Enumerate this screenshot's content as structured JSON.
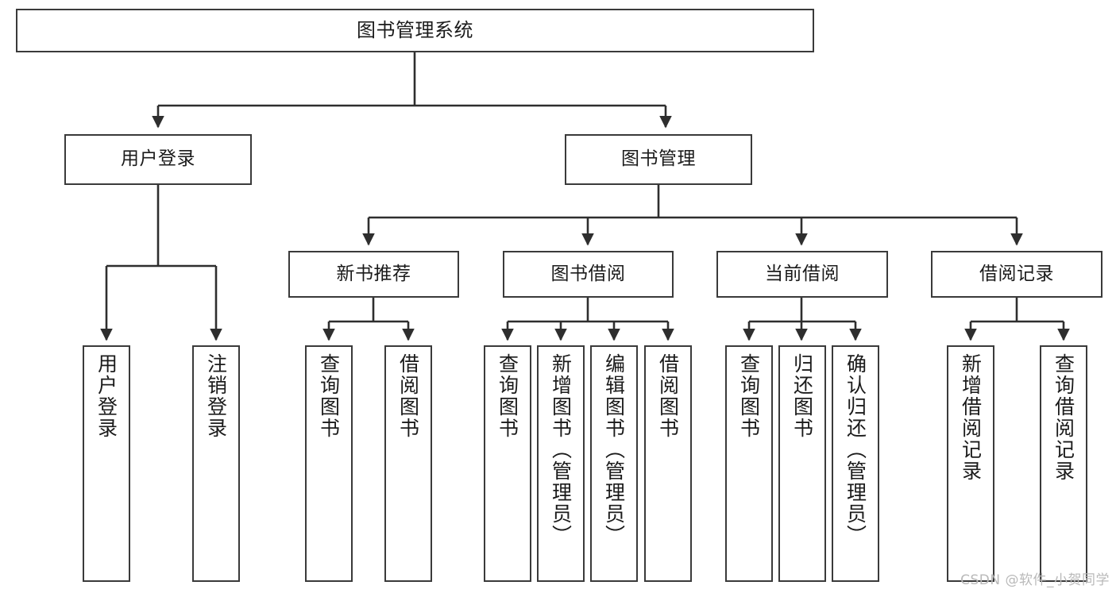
{
  "diagram": {
    "type": "tree-hierarchy-chart",
    "title": "图书管理系统",
    "watermark": "CSDN @软件_小贺同学",
    "colors": {
      "box_border": "#3a3a3a",
      "box_fill": "#ffffff",
      "connector": "#2e2e2e",
      "text": "#1b1b1b",
      "watermark": "#b9b9b9"
    },
    "levels": {
      "root": {
        "label": "图书管理系统"
      },
      "level2": [
        {
          "label": "用户登录"
        },
        {
          "label": "图书管理"
        }
      ],
      "level3": [
        {
          "label": "新书推荐"
        },
        {
          "label": "图书借阅"
        },
        {
          "label": "当前借阅"
        },
        {
          "label": "借阅记录"
        }
      ],
      "leaves": {
        "user_login": [
          {
            "label": "用户登录"
          },
          {
            "label": "注销登录"
          }
        ],
        "new_book_recommend": [
          {
            "label": "查询图书"
          },
          {
            "label": "借阅图书"
          }
        ],
        "book_borrow": [
          {
            "label": "查询图书"
          },
          {
            "label": "新增图书（管理员）"
          },
          {
            "label": "编辑图书（管理员）"
          },
          {
            "label": "借阅图书"
          }
        ],
        "current_borrow": [
          {
            "label": "查询图书"
          },
          {
            "label": "归还图书"
          },
          {
            "label": "确认归还（管理员）"
          }
        ],
        "borrow_record": [
          {
            "label": "新增借阅记录"
          },
          {
            "label": "查询借阅记录"
          }
        ]
      }
    }
  }
}
